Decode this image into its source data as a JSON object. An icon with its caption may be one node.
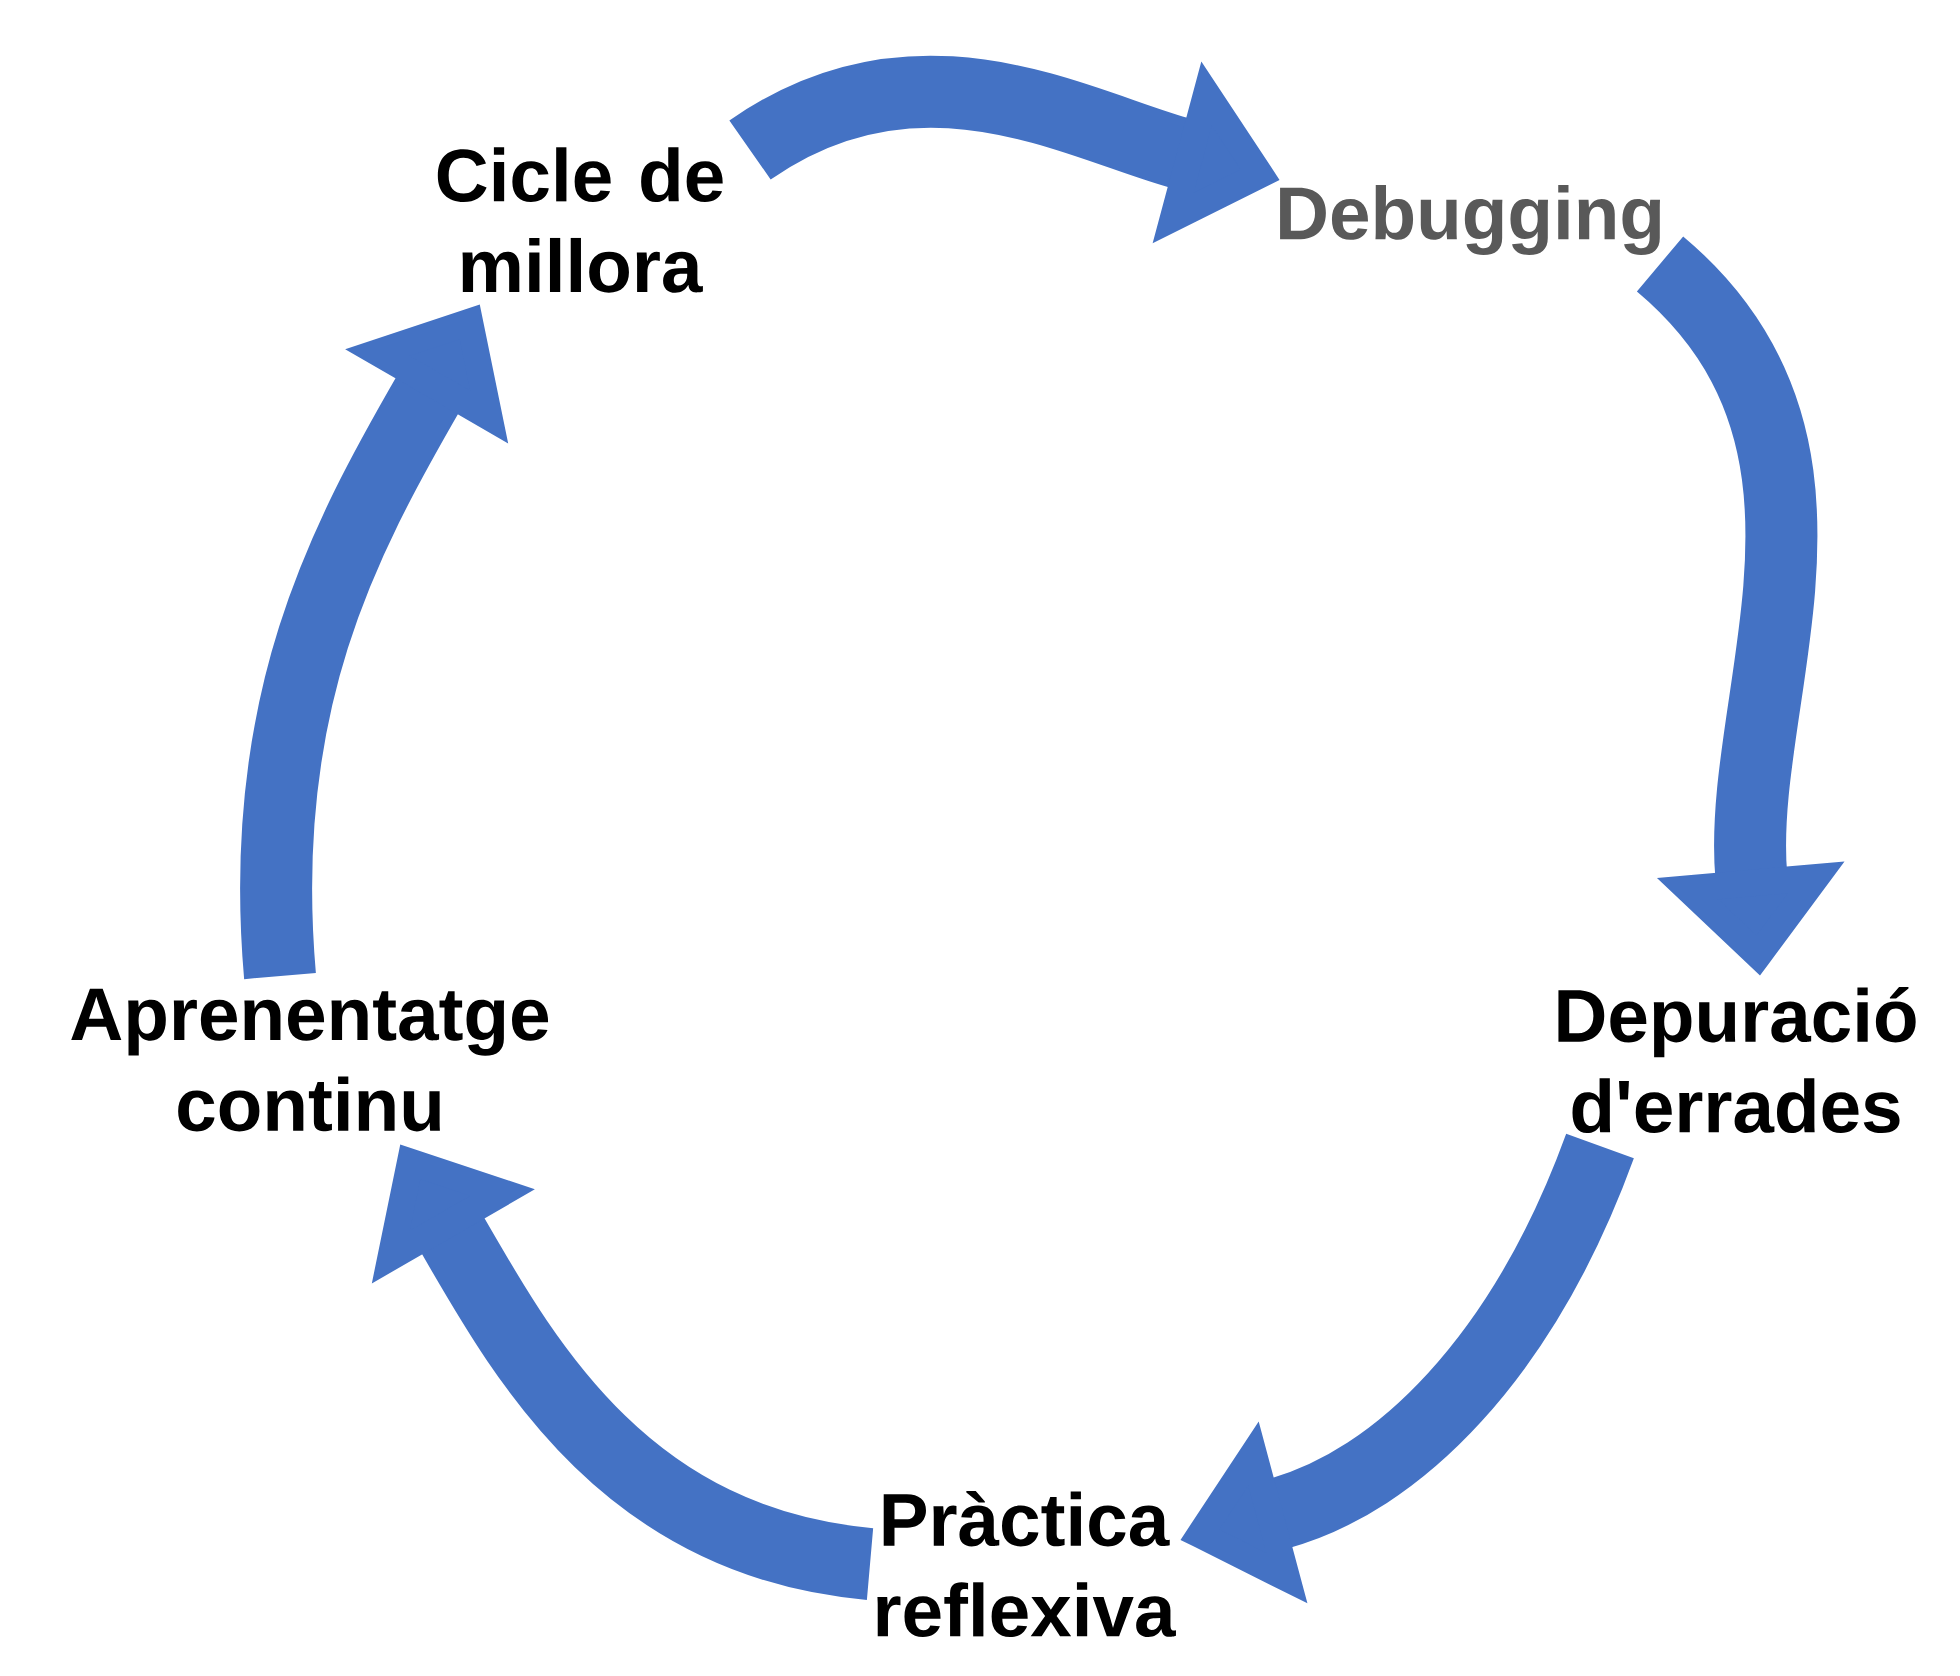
{
  "diagram": {
    "nodes": [
      {
        "text": [
          "Cicle de millora"
        ]
      },
      {
        "text": [
          "Debugging"
        ]
      },
      {
        "text": [
          "Depuració d'errades"
        ]
      },
      {
        "text": [
          "Pràctica reflexiva"
        ]
      },
      {
        "text": [
          "Aprenentatge continu"
        ]
      }
    ],
    "edges": [
      {
        "from": 0,
        "to": 1,
        "arrow": "to"
      },
      {
        "from": 1,
        "to": 2,
        "arrow": "to"
      },
      {
        "from": 2,
        "to": 3,
        "arrow": "to"
      },
      {
        "from": 3,
        "to": 4,
        "arrow": "to"
      },
      {
        "from": 4,
        "to": 0,
        "arrow": "to"
      }
    ]
  }
}
